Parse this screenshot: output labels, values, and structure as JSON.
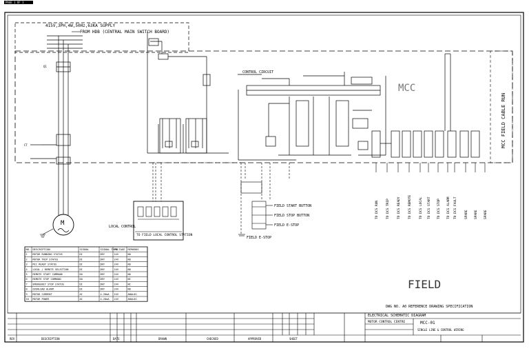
{
  "sheet": {
    "tab_label": "PAGE 1 OF 1",
    "supply_label": "415V,3PH,4W,50Hz,63KA SUPPLY",
    "source_label": "FROM HDB (CENTRAL MAIN SWITCH BOARD)",
    "mcc_label": "MCC",
    "field_label": "FIELD",
    "mcc_side_label": "MCC FIELD CABLE RUN",
    "motor_symbol": "M",
    "control_label": "LOCAL CONTROL",
    "junction_note": "TO FIELD LOCAL CONTROL STATION",
    "field_device_labels": [
      "FIELD START BUTTON",
      "FIELD STOP BUTTON",
      "FIELD E-STOP"
    ],
    "bottom_terminal_label": "FIELD E-STOP",
    "field_terminal_labels": [
      "TO DCS RUN",
      "TO DCS TRIP",
      "TO DCS READY",
      "TO DCS REMOTE",
      "TO DCS LOCAL",
      "TO DCS START",
      "TO DCS STOP",
      "TO DCS ALARM",
      "TO DCS FAULT",
      "SPARE",
      "SPARE",
      "SPARE"
    ],
    "drawing_note": "DWG NO. A0 REFERENCE DRAWING SPECIFICATION"
  },
  "io_table": {
    "headers": [
      "NO.",
      "DESCRIPTION",
      "SIGNAL",
      "SIGNAL TYPE",
      "VOLTAGE",
      "REMARKS"
    ],
    "rows": [
      [
        "1",
        "MOTOR RUNNING STATUS",
        "DI",
        "DRY",
        "24V",
        "NO"
      ],
      [
        "2",
        "MOTOR TRIP STATUS",
        "DI",
        "DRY",
        "24V",
        "NO"
      ],
      [
        "3",
        "MCC READY STATUS",
        "DI",
        "DRY",
        "24V",
        "NO"
      ],
      [
        "4",
        "LOCAL / REMOTE SELECTION",
        "DI",
        "DRY",
        "24V",
        "NO"
      ],
      [
        "5",
        "REMOTE START COMMAND",
        "DO",
        "DRY",
        "24V",
        "NO"
      ],
      [
        "6",
        "REMOTE STOP COMMAND",
        "DO",
        "DRY",
        "24V",
        "NC"
      ],
      [
        "7",
        "EMERGENCY STOP STATUS",
        "DI",
        "DRY",
        "24V",
        "NC"
      ],
      [
        "8",
        "OVERLOAD ALARM",
        "DI",
        "DRY",
        "24V",
        "NO"
      ],
      [
        "9",
        "MOTOR CURRENT",
        "AI",
        "4-20mA",
        "24V",
        "ANALOG"
      ],
      [
        "10",
        "MOTOR POWER",
        "AI",
        "4-20mA",
        "24V",
        "ANALOG"
      ]
    ]
  },
  "title_block": {
    "company": "ELECTRICAL SCHEMATIC DIAGRAM",
    "project": "MOTOR CONTROL CENTRE",
    "drawing_title": "MCC-01",
    "description": "SINGLE LINE & CONTROL WIRING",
    "footer_cells": [
      "REV",
      "DESCRIPTION",
      "DATE",
      "DRAWN",
      "CHECKED",
      "APPROVED",
      "SHEET"
    ]
  }
}
